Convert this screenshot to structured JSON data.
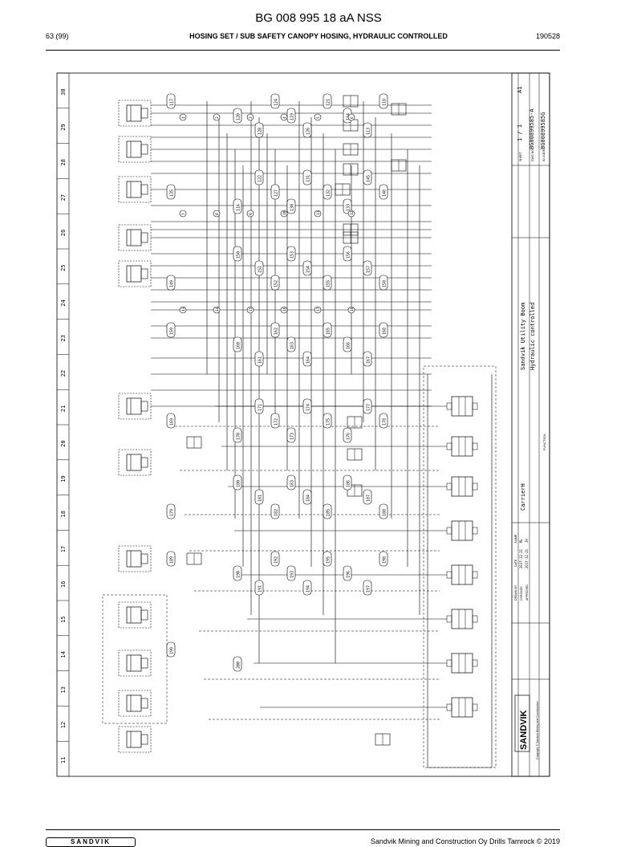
{
  "document": {
    "title": "BG 008 995 18 aA NSS",
    "page": "63 (99)",
    "section": "HOSING SET / SUB SAFETY CANOPY HOSING, HYDRAULIC CONTROLLED",
    "date": "190528"
  },
  "footer": {
    "logo": "SANDVIK",
    "copyright": "Sandvik Mining and Construction Oy Drills Tamrock © 2019"
  },
  "drawing": {
    "column_numbers": [
      "11",
      "12",
      "13",
      "14",
      "15",
      "16",
      "17",
      "18",
      "19",
      "20",
      "21",
      "22",
      "23",
      "24",
      "25",
      "26",
      "27",
      "28",
      "29",
      "30"
    ],
    "title_block": {
      "logo": "SANDVIK",
      "copyright": "Copyright © Sandvik Mining and Construction",
      "product_line1": "Sandvik Utility Boom",
      "product_line2": "Hydraulic controlled",
      "carrier": "CarrierH",
      "function_label": "FUNCTION",
      "drawn_label": "DRAWN BY",
      "checked_label": "CHECKED",
      "approved_label": "APPROVED",
      "date_label": "DATE",
      "name_label": "NAME",
      "drawn_date": "2017-12-21",
      "drawn_name": "RL",
      "checked_date": "2017-12-21",
      "checked_name": "JH",
      "sheet_label": "SHEET",
      "sheet": "1 / 1",
      "size": "A1",
      "dwg_label": "DWG NO.",
      "dwg_no": "BG00899585-A",
      "id_label": "ID-CODE",
      "id_code": "BG00899585G"
    },
    "hose_labels": [
      "117",
      "120",
      "128",
      "124",
      "119",
      "126",
      "121",
      "114",
      "113",
      "118",
      "135",
      "116",
      "122",
      "127",
      "130",
      "131",
      "132",
      "133",
      "145",
      "148",
      "149",
      "150",
      "151",
      "152",
      "153",
      "154",
      "155",
      "156",
      "157",
      "158",
      "159",
      "160",
      "161",
      "162",
      "163",
      "164",
      "165",
      "166",
      "167",
      "168",
      "169",
      "170",
      "171",
      "172",
      "173",
      "174",
      "175",
      "176",
      "177",
      "178",
      "179",
      "180",
      "181",
      "182",
      "183",
      "184",
      "185",
      "186",
      "187",
      "188",
      "189",
      "190",
      "191",
      "192",
      "193",
      "194",
      "195",
      "196",
      "197",
      "198",
      "199",
      "200"
    ],
    "point_labels": [
      "1",
      "2",
      "3",
      "4",
      "5",
      "6",
      "7",
      "8",
      "9",
      "10",
      "11",
      "12",
      "13",
      "14",
      "15",
      "16",
      "17",
      "18"
    ]
  },
  "colors": {
    "ink": "#000000",
    "paper": "#ffffff",
    "fine": "#333333"
  }
}
